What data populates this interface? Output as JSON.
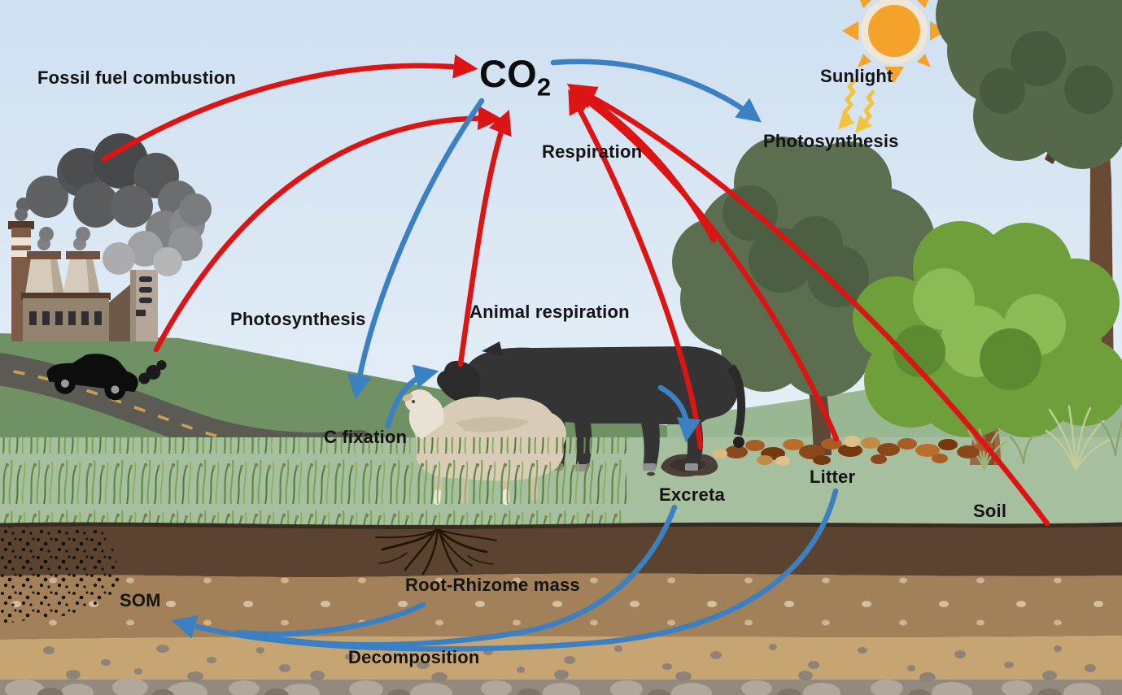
{
  "labels": {
    "fossil_fuel": "Fossil fuel combustion",
    "co2_main": "CO",
    "co2_sub": "2",
    "sunlight": "Sunlight",
    "photosynthesis_right": "Photosynthesis",
    "respiration": "Respiration",
    "animal_respiration": "Animal respiration",
    "photosynthesis_left": "Photosynthesis",
    "c_fixation": "C fixation",
    "excreta": "Excreta",
    "litter": "Litter",
    "soil": "Soil",
    "som": "SOM",
    "root_rhizome": "Root-Rhizome mass",
    "decomposition": "Decomposition"
  },
  "flows": {
    "red_emission_arrows": [
      "Fossil fuel combustion (factory smoke) to CO2",
      "Car exhaust to CO2",
      "Animal respiration (cattle) to CO2",
      "Excreta to CO2",
      "Litter to CO2",
      "Tree respiration to CO2",
      "Soil to CO2"
    ],
    "blue_uptake_arrows": [
      "CO2 to Photosynthesis (trees)",
      "CO2 to C fixation (grassland)",
      "Grass to grazing animals",
      "Animals to Excreta",
      "Excreta to Decomposition to SOM",
      "Litter to Decomposition to SOM",
      "Root-Rhizome mass to Decomposition to SOM"
    ],
    "yellow_arrows": [
      "Sunlight to Photosynthesis"
    ]
  },
  "colors": {
    "emission_arrow": "#dd1414",
    "uptake_arrow": "#3b80c2",
    "sunlight_arrow": "#f3c33c",
    "sun_core": "#f4a22a",
    "sky_top": "#cfe0f1",
    "sky_bottom": "#e9f1f8",
    "hill_green": "#6f9164",
    "meadow_green": "#a6bf9f",
    "soil_dark": "#5a442f",
    "soil_mid": "#a2805a",
    "soil_tan": "#c7a572",
    "soil_stone": "#93897c",
    "label_text": "#141414"
  }
}
